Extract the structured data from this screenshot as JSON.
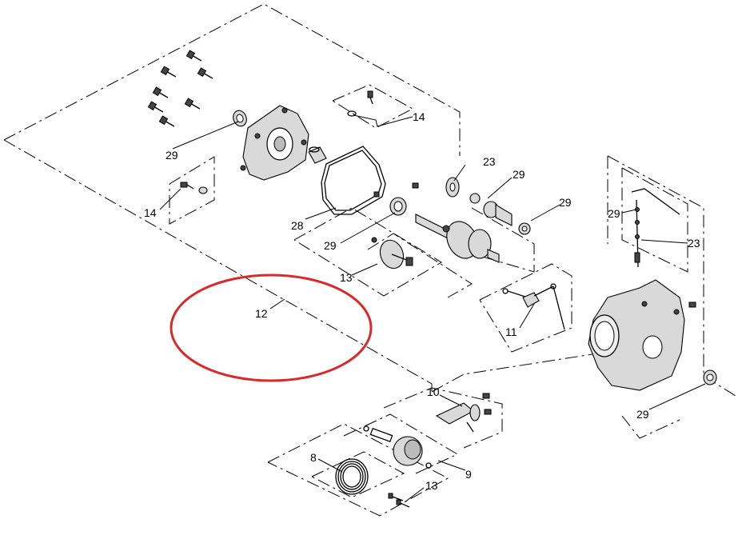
{
  "labels": {
    "seal_top_left": "29",
    "kit_left": "14",
    "kit_top": "14",
    "gasket": "28",
    "bearing": "29",
    "governor": "13",
    "highlight": "12",
    "gear": "23",
    "seal_crank": "29",
    "seal_crank2": "29",
    "seal_right_top": "29",
    "governor_shaft": "23",
    "shaft_arm": "11",
    "rod": "10",
    "seal_bottom_right": "29",
    "rings": "8",
    "pin_kit": "9",
    "bolt_kit": "13"
  },
  "highlight_color": "#d62b2b"
}
